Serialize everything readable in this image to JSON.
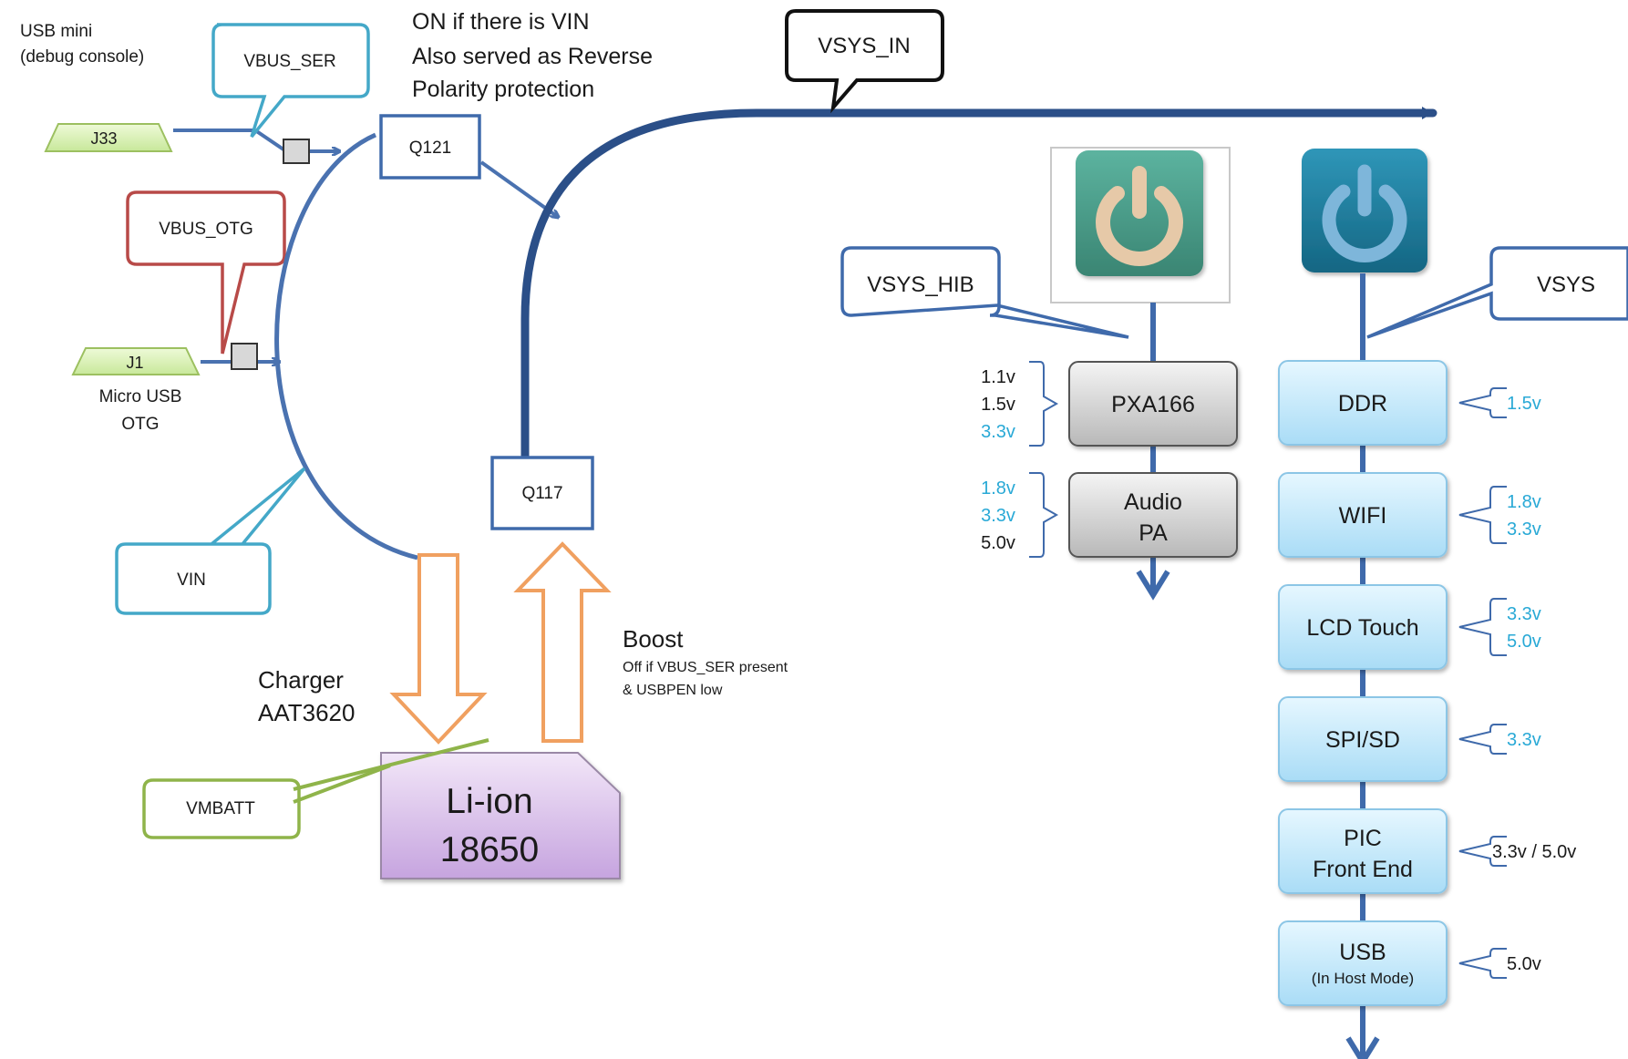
{
  "colors": {
    "bus": "#3f6aab",
    "bus_dark": "#2b4f88",
    "callout_teal": "#44a8c8",
    "callout_red": "#b84a48",
    "callout_green": "#8fb44a",
    "callout_blue": "#3f6aab",
    "orange": "#f0a060",
    "connector_fill": "#d8f0b0",
    "connector_stroke": "#9cc060",
    "block_light_top": "#e6f7ff",
    "block_light_bottom": "#a9dcf6",
    "block_light_stroke": "#8cc6e6",
    "block_gray_top": "#f2f2f2",
    "block_gray_bottom": "#b8b8b8",
    "battery_top": "#efe2f7",
    "battery_bottom": "#c6a4df",
    "voltage_blue": "#29a9d6",
    "power_green": "#4a9e8c",
    "power_green_glyph": "#e6c9a8",
    "power_blue": "#1e7b9a",
    "power_blue_glyph": "#7eb6da"
  },
  "icons": {
    "power_hib": "power-button-icon",
    "power_sys": "power-button-icon"
  },
  "left": {
    "usb_mini_line1": "USB mini",
    "usb_mini_line2": "(debug console)",
    "j33": "J33",
    "j1": "J1",
    "micro_usb_line1": "Micro USB",
    "micro_usb_line2": "OTG",
    "vbus_ser": "VBUS_SER",
    "vbus_otg": "VBUS_OTG",
    "vin": "VIN",
    "vmbatt": "VMBATT"
  },
  "top": {
    "q121": "Q121",
    "q121_note_line1": "ON if there is VIN",
    "q121_note_line2": "Also served as Reverse",
    "q121_note_line3": "Polarity  protection",
    "vsys_in": "VSYS_IN"
  },
  "battery": {
    "line1": "Li-ion",
    "line2": "18650"
  },
  "charger": {
    "line1": "Charger",
    "line2": "AAT3620"
  },
  "boost": {
    "q117": "Q117",
    "title": "Boost",
    "note_line1": "Off if VBUS_SER present",
    "note_line2": "& USBPEN  low"
  },
  "hib": {
    "label": "VSYS_HIB",
    "blocks": [
      {
        "line1": "PXA166",
        "line2": "",
        "voltages": [
          "1.1v",
          "1.5v",
          "3.3v"
        ],
        "voltage_colors": [
          "black",
          "black",
          "blue"
        ]
      },
      {
        "line1": "Audio",
        "line2": "PA",
        "voltages": [
          "1.8v",
          "3.3v",
          "5.0v"
        ],
        "voltage_colors": [
          "blue",
          "blue",
          "black"
        ]
      }
    ]
  },
  "sys": {
    "label": "VSYS",
    "blocks": [
      {
        "line1": "DDR",
        "line2": "",
        "voltages": [
          "1.5v"
        ],
        "voltage_colors": [
          "blue"
        ]
      },
      {
        "line1": "WIFI",
        "line2": "",
        "voltages": [
          "1.8v",
          "3.3v"
        ],
        "voltage_colors": [
          "blue",
          "blue"
        ]
      },
      {
        "line1": "LCD Touch",
        "line2": "",
        "voltages": [
          "3.3v",
          "5.0v"
        ],
        "voltage_colors": [
          "blue",
          "blue"
        ]
      },
      {
        "line1": "SPI/SD",
        "line2": "",
        "voltages": [
          "3.3v"
        ],
        "voltage_colors": [
          "blue"
        ]
      },
      {
        "line1": "PIC",
        "line2": "Front End",
        "voltages": [
          "3.3v / 5.0v"
        ],
        "voltage_colors": [
          "black"
        ]
      },
      {
        "line1": "USB",
        "line2": "(In Host Mode)",
        "voltages": [
          "5.0v"
        ],
        "voltage_colors": [
          "black"
        ]
      }
    ]
  }
}
